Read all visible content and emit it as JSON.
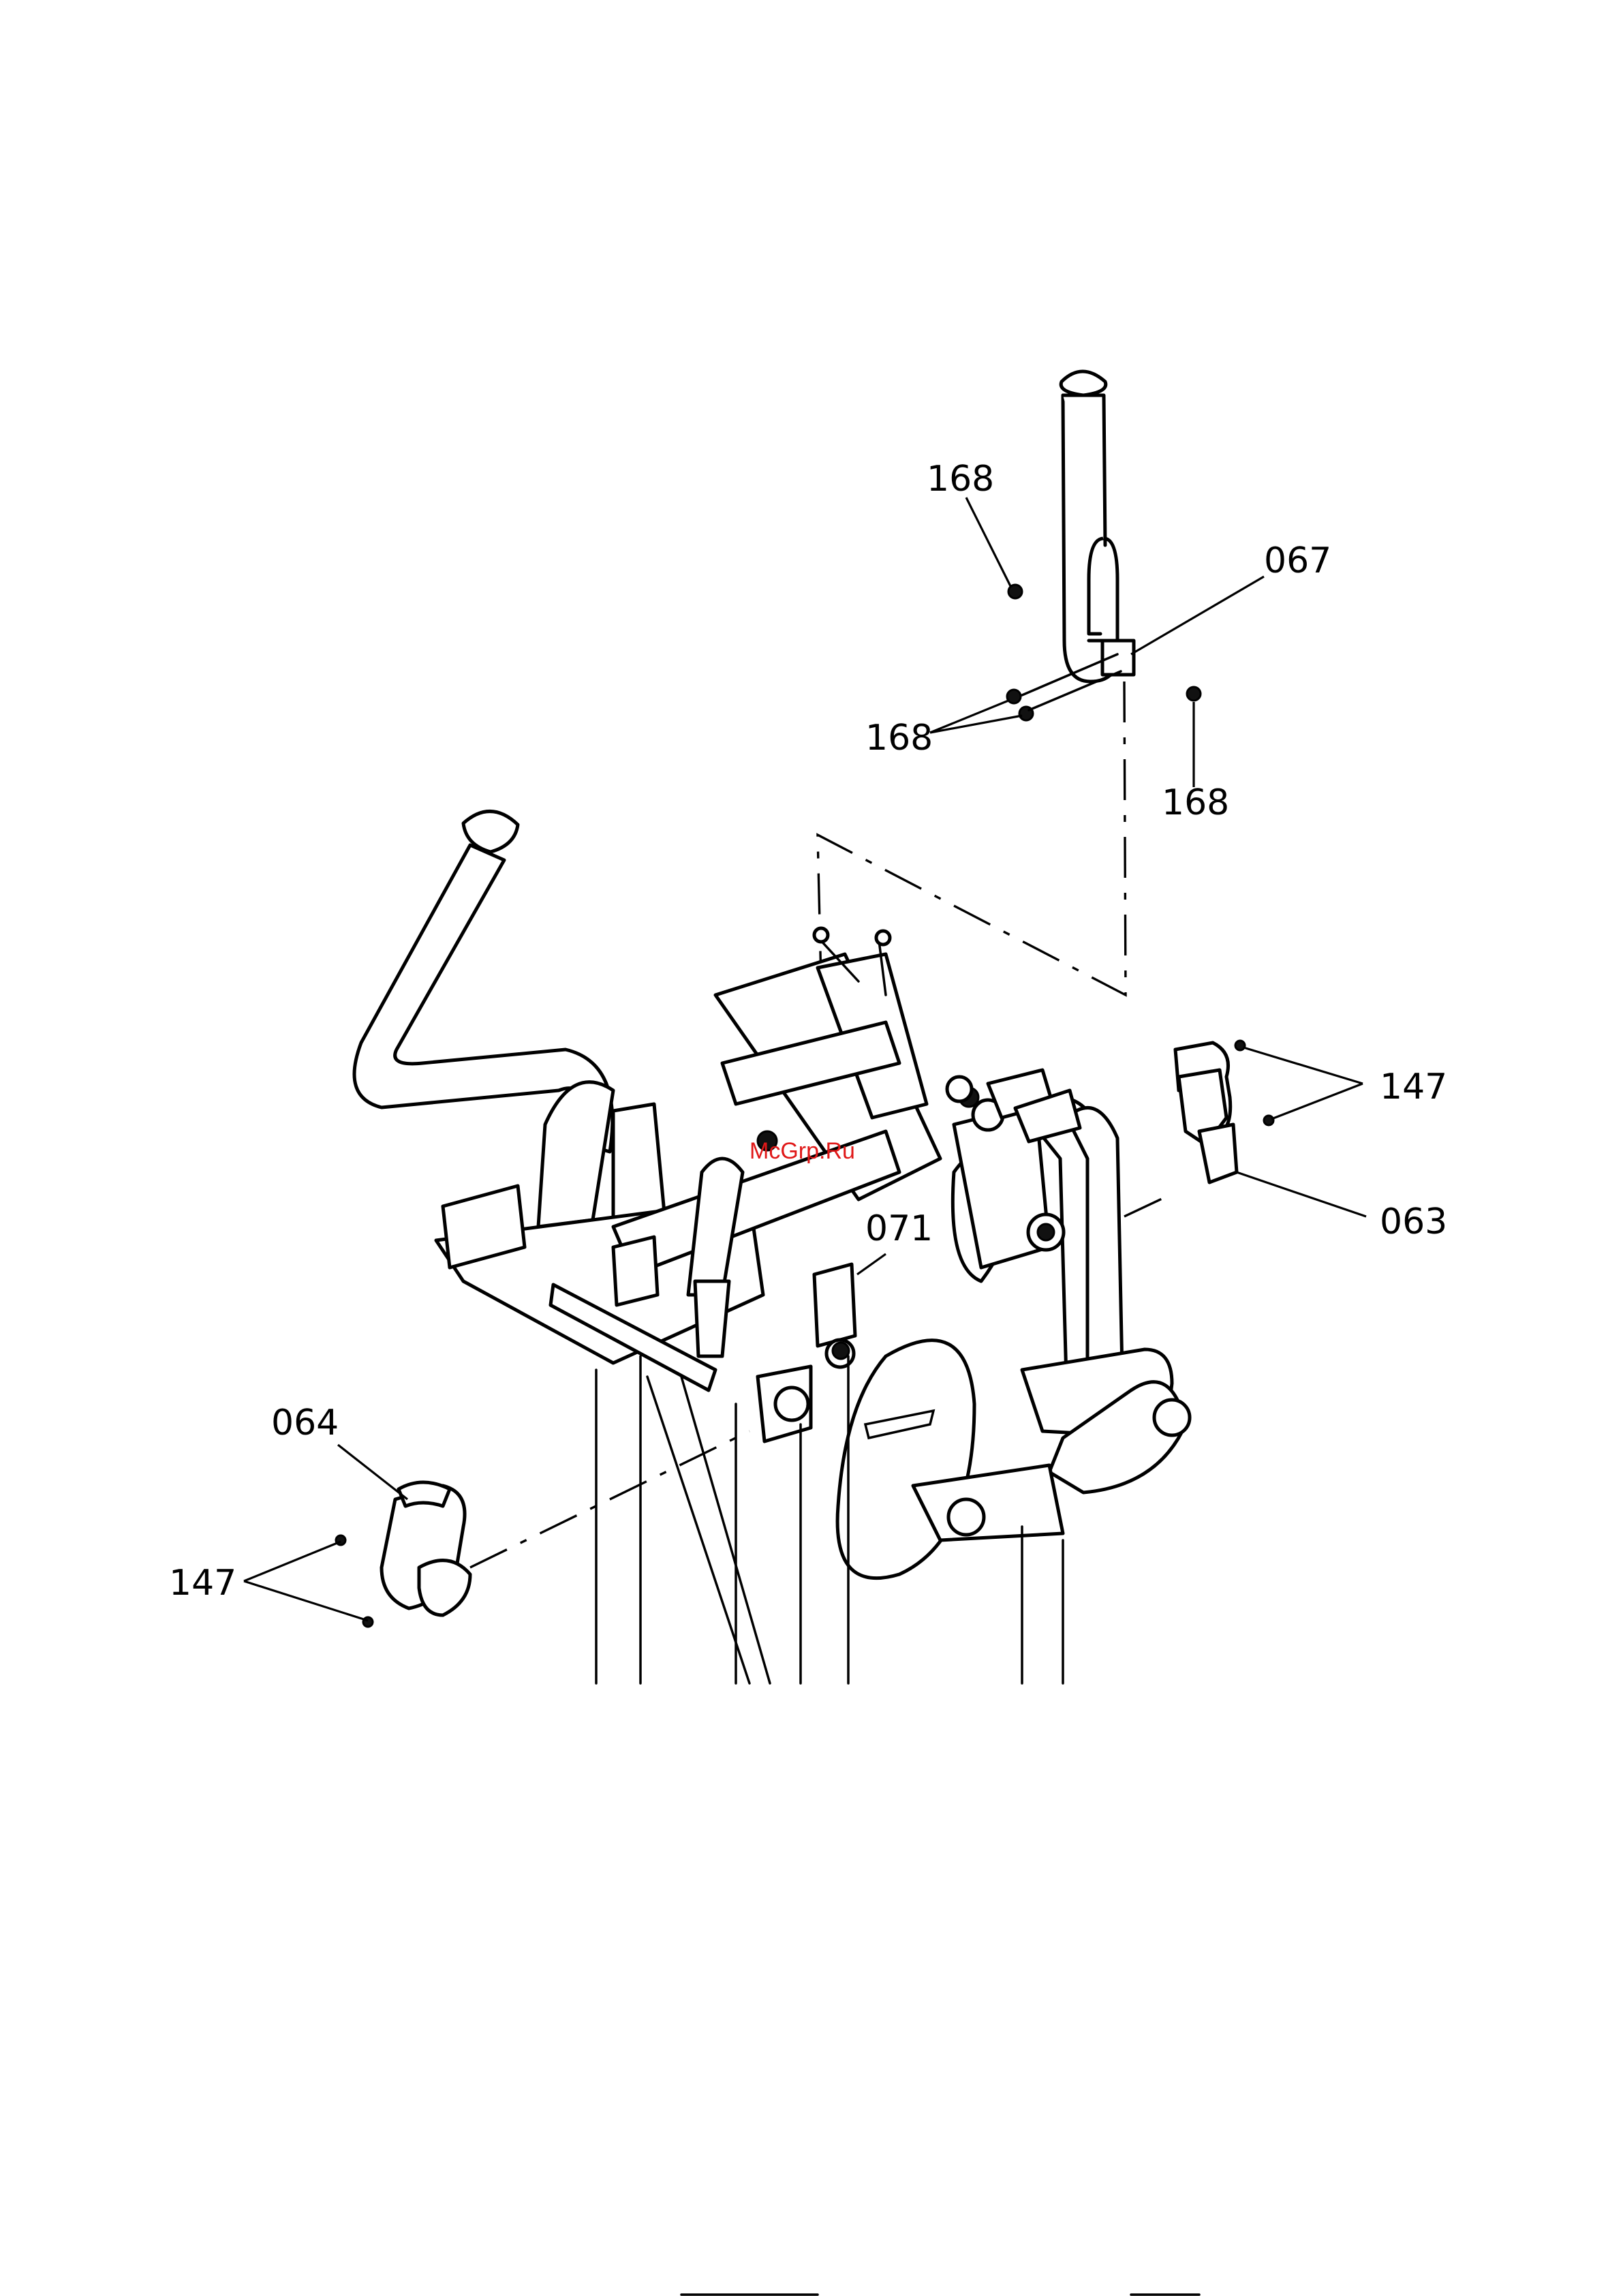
{
  "callouts": {
    "c168_top": "168",
    "c067": "067",
    "c168_left": "168",
    "c168_right": "168",
    "c147_right": "147",
    "c063": "063",
    "c071": "071",
    "c064": "064",
    "c147_left": "147"
  },
  "watermark": "McGrp.Ru",
  "colors": {
    "line": "#000000",
    "watermark": "#e01818",
    "background": "#ffffff"
  }
}
